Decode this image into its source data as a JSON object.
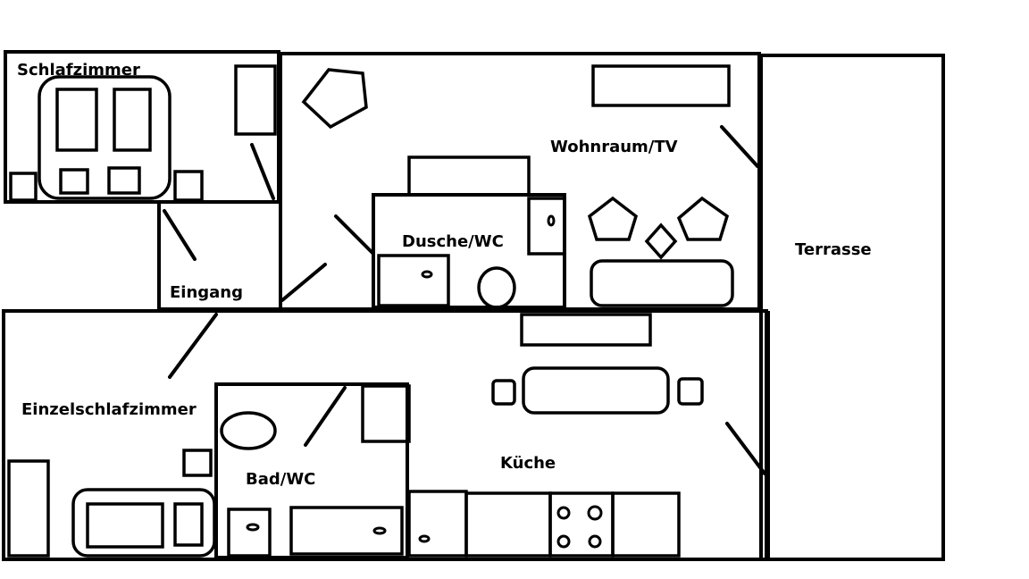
{
  "rooms": {
    "schlafzimmer": "Schlafzimmer",
    "wohnraum": "Wohnraum/TV",
    "dusche": "Dusche/WC",
    "eingang": "Eingang",
    "terrasse": "Terrasse",
    "einzelschlafzimmer": "Einzelschlafzimmer",
    "bad": "Bad/WC",
    "kueche": "Küche"
  },
  "colors": {
    "line": "#000000",
    "background": "#ffffff"
  }
}
